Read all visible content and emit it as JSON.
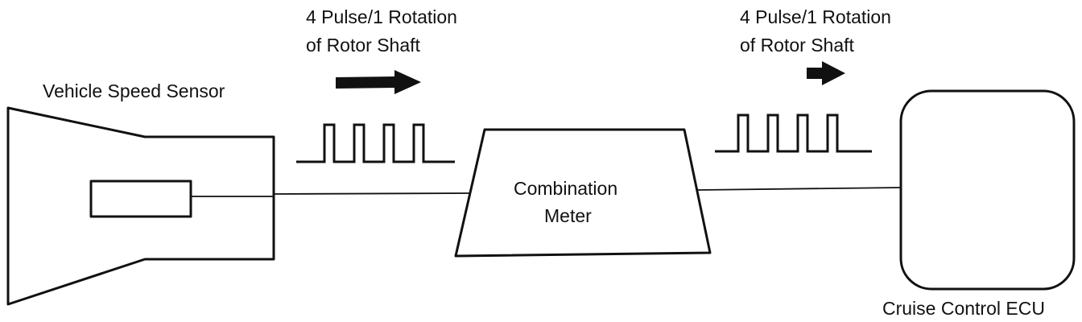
{
  "labels": {
    "sensor": "Vehicle Speed Sensor",
    "pulse_left_line1": "4 Pulse/1 Rotation",
    "pulse_left_line2": "of Rotor Shaft",
    "pulse_right_line1": "4 Pulse/1 Rotation",
    "pulse_right_line2": "of Rotor Shaft",
    "meter_line1": "Combination",
    "meter_line2": "Meter",
    "ecu": "Cruise Control ECU"
  },
  "pulses": {
    "left_count": 4,
    "right_count": 4
  },
  "colors": {
    "ink": "#111111",
    "background": "#ffffff"
  }
}
